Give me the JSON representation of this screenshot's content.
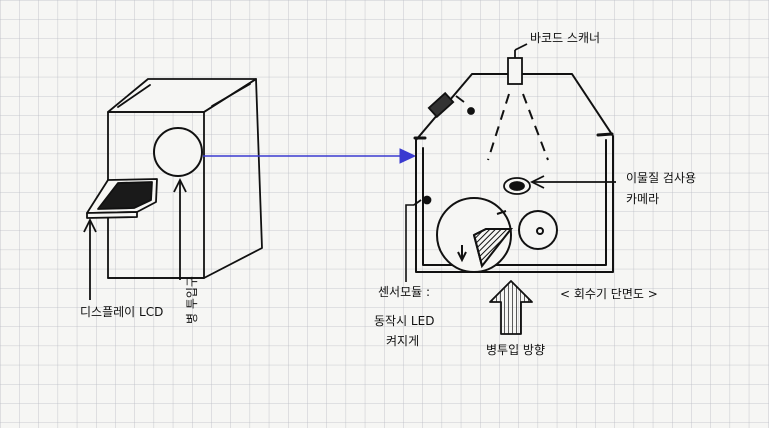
{
  "labels": {
    "barcode_scanner": "바코드 스캐너",
    "contamination_camera": "이물질 검사용",
    "contamination_camera_2": "카메라",
    "display_lcd": "디스플레이 LCD",
    "bottle_inlet": "병 투입구",
    "sensor_module": "센서모듈 :",
    "sensor_led": "동작시 LED",
    "sensor_led_2": "켜지게",
    "bottle_direction": "병투입 방향",
    "cross_section": "< 회수기 단면도 >"
  },
  "colors": {
    "ink": "#111111",
    "arrow_blue": "#3a3ad0",
    "grid": "#b9bcc4",
    "paper": "#f6f6f4"
  }
}
